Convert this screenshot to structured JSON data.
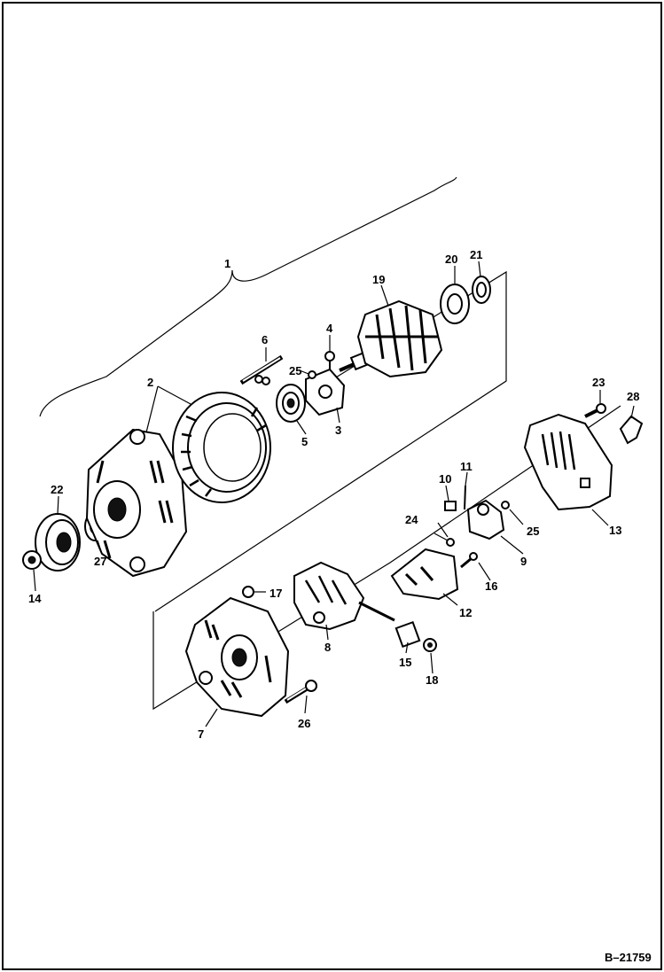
{
  "figure_ref": "B–21759",
  "callouts": [
    {
      "id": "c1",
      "label": "1"
    },
    {
      "id": "c2",
      "label": "2"
    },
    {
      "id": "c3",
      "label": "3"
    },
    {
      "id": "c4",
      "label": "4"
    },
    {
      "id": "c5",
      "label": "5"
    },
    {
      "id": "c6",
      "label": "6"
    },
    {
      "id": "c7",
      "label": "7"
    },
    {
      "id": "c8",
      "label": "8"
    },
    {
      "id": "c9",
      "label": "9"
    },
    {
      "id": "c10",
      "label": "10"
    },
    {
      "id": "c11",
      "label": "11"
    },
    {
      "id": "c12",
      "label": "12"
    },
    {
      "id": "c13",
      "label": "13"
    },
    {
      "id": "c14",
      "label": "14"
    },
    {
      "id": "c15",
      "label": "15"
    },
    {
      "id": "c16",
      "label": "16"
    },
    {
      "id": "c17",
      "label": "17"
    },
    {
      "id": "c18",
      "label": "18"
    },
    {
      "id": "c19",
      "label": "19"
    },
    {
      "id": "c20",
      "label": "20"
    },
    {
      "id": "c21",
      "label": "21"
    },
    {
      "id": "c22",
      "label": "22"
    },
    {
      "id": "c23",
      "label": "23"
    },
    {
      "id": "c24",
      "label": "24"
    },
    {
      "id": "c25a",
      "label": "25"
    },
    {
      "id": "c25b",
      "label": "25"
    },
    {
      "id": "c26",
      "label": "26"
    },
    {
      "id": "c27",
      "label": "27"
    },
    {
      "id": "c28",
      "label": "28"
    }
  ]
}
